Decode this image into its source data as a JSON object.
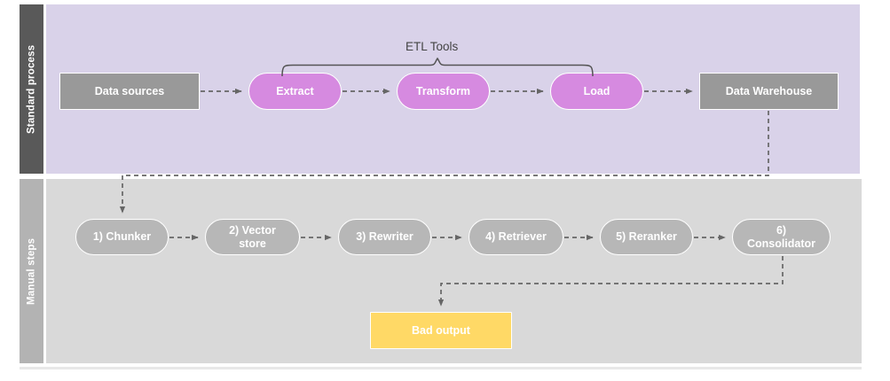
{
  "diagram": {
    "title": "ETL standard process and manual RAG steps",
    "colors": {
      "band_top": "#d9d2e9",
      "band_bottom": "#d9d9d9",
      "lane_label_top": "#595959",
      "lane_label_bottom": "#b3b3b3",
      "node_gray": "#999999",
      "node_magenta": "#d68ae0",
      "node_pill_gray": "#b7b7b7",
      "node_yellow": "#ffd966",
      "connector": "#666666",
      "text_dark": "#444444",
      "text_light": "#ffffff"
    }
  },
  "lanes": [
    {
      "label": "Standard process"
    },
    {
      "label": "Manual steps"
    }
  ],
  "top_row": {
    "bracket_label": "ETL Tools",
    "nodes": [
      {
        "id": "data-sources",
        "label": "Data sources",
        "shape": "rect",
        "color": "gray"
      },
      {
        "id": "extract",
        "label": "Extract",
        "shape": "pill",
        "color": "magenta"
      },
      {
        "id": "transform",
        "label": "Transform",
        "shape": "pill",
        "color": "magenta"
      },
      {
        "id": "load",
        "label": "Load",
        "shape": "pill",
        "color": "magenta"
      },
      {
        "id": "data-warehouse",
        "label": "Data Warehouse",
        "shape": "rect",
        "color": "gray"
      }
    ]
  },
  "bottom_row": {
    "nodes": [
      {
        "id": "chunker",
        "label": "1) Chunker",
        "shape": "pill",
        "color": "pillgray"
      },
      {
        "id": "vector-store",
        "label": "2) Vector\nstore",
        "shape": "pill",
        "color": "pillgray"
      },
      {
        "id": "rewriter",
        "label": "3) Rewriter",
        "shape": "pill",
        "color": "pillgray"
      },
      {
        "id": "retriever",
        "label": "4) Retriever",
        "shape": "pill",
        "color": "pillgray"
      },
      {
        "id": "reranker",
        "label": "5) Reranker",
        "shape": "pill",
        "color": "pillgray"
      },
      {
        "id": "consolidator",
        "label": "6)\nConsolidator",
        "shape": "pill",
        "color": "pillgray"
      }
    ],
    "output": {
      "id": "bad-output",
      "label": "Bad output",
      "shape": "rect",
      "color": "yellow"
    }
  }
}
